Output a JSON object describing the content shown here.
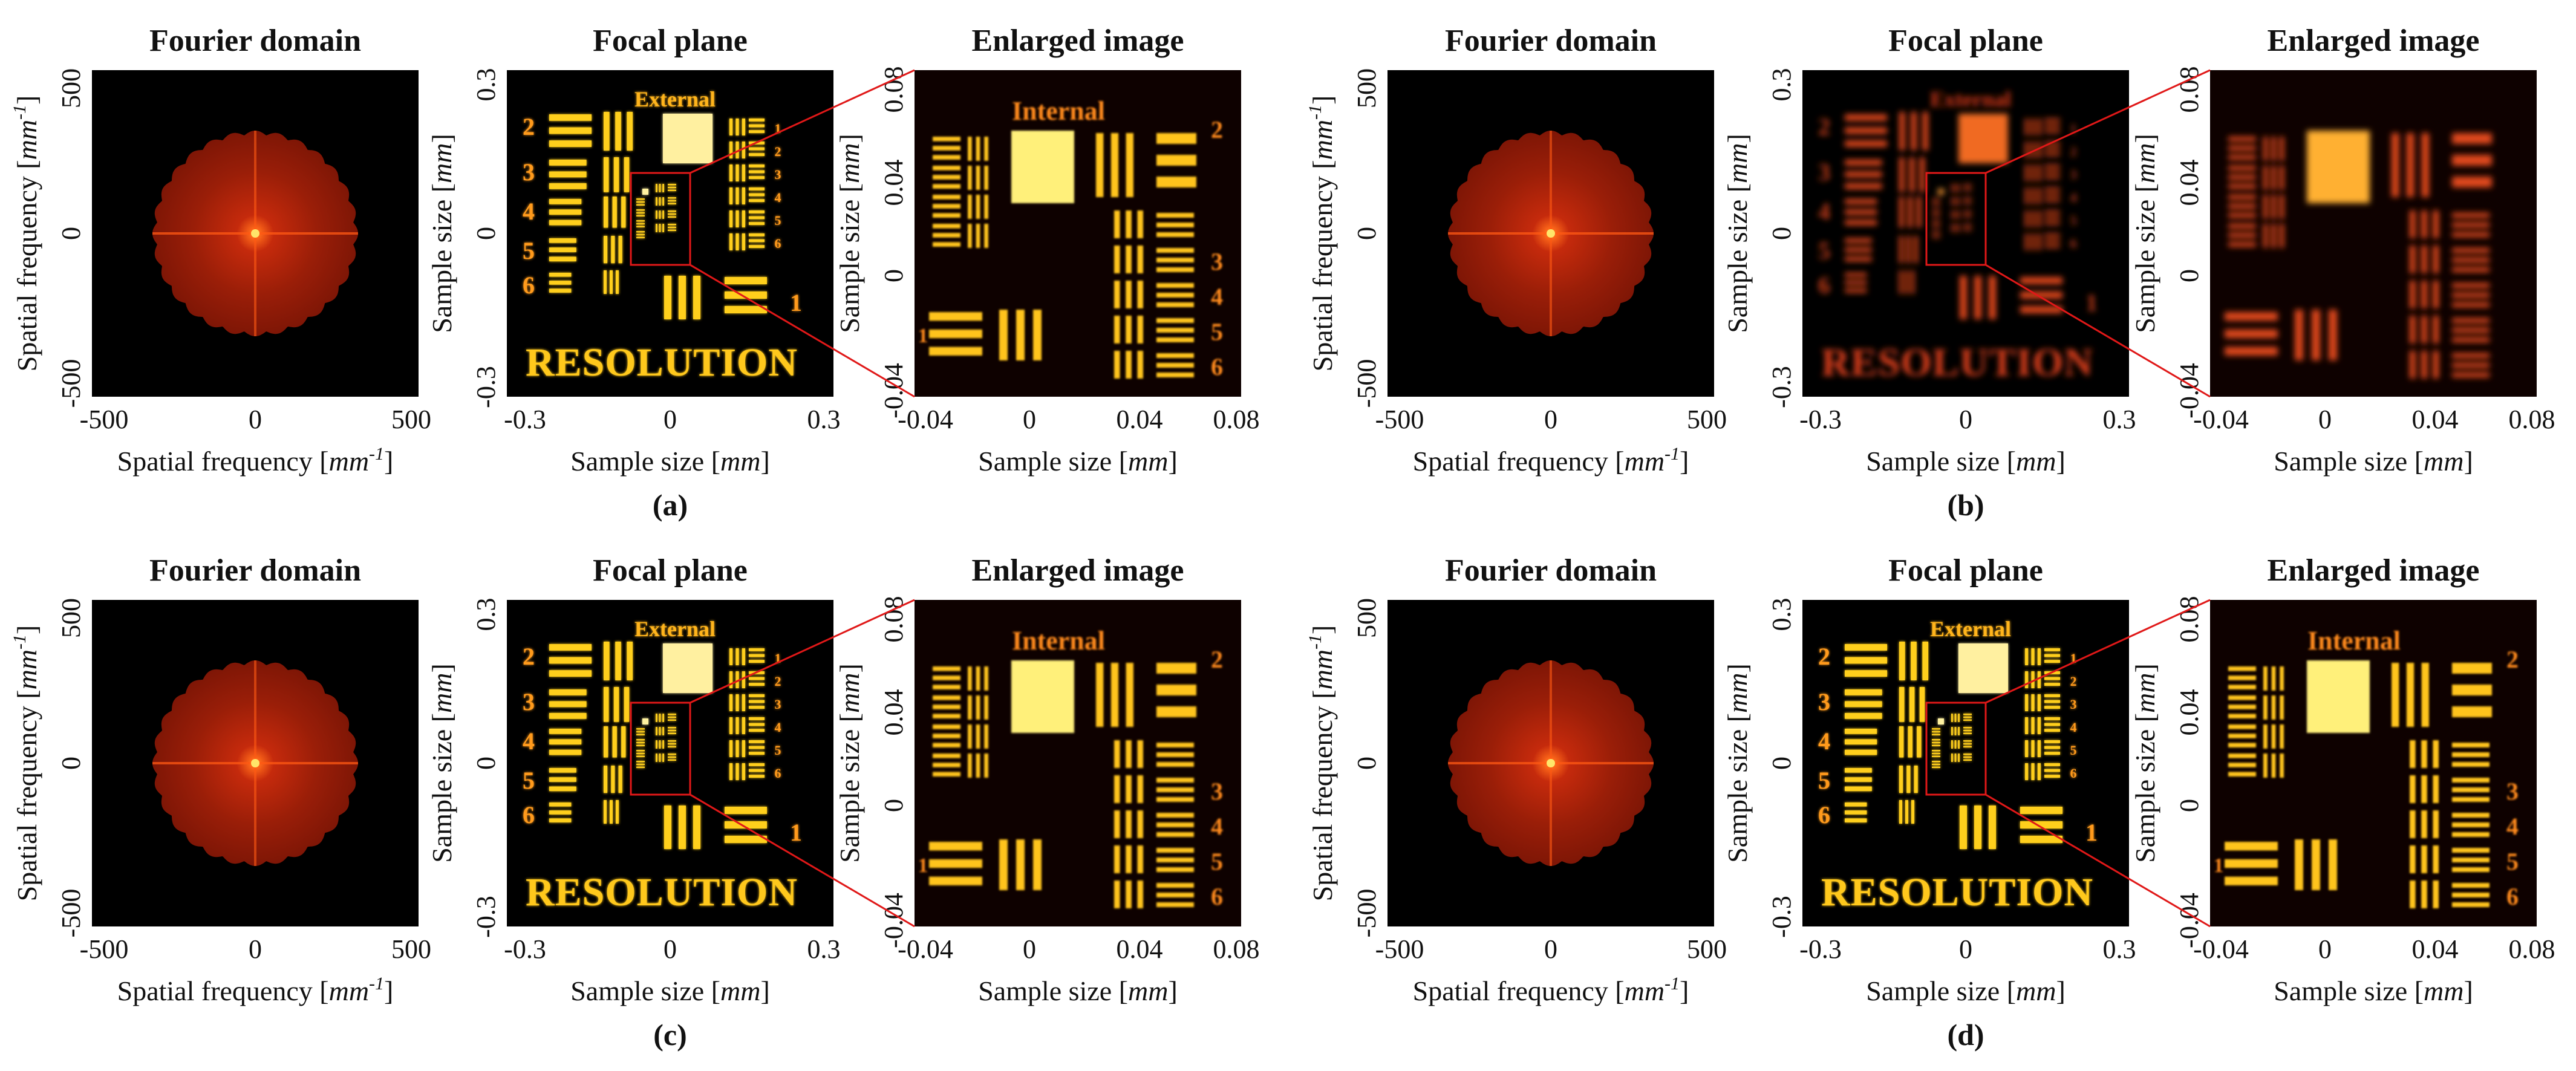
{
  "panel_titles": {
    "fourier": "Fourier domain",
    "focal": "Focal plane",
    "enlarged": "Enlarged image"
  },
  "axes": {
    "fourier": {
      "xlabel_main": "Spatial frequency [",
      "xlabel_unit": "mm",
      "xlabel_sup": "-1",
      "xlabel_end": "]",
      "ylabel_main": "Spatial frequency [",
      "ylabel_unit": "mm",
      "ylabel_sup": "-1",
      "ylabel_end": "]",
      "xticks": [
        "-500",
        "0",
        "500"
      ],
      "yticks": [
        "500",
        "0",
        "-500"
      ]
    },
    "focal": {
      "xlabel_main": "Sample size [",
      "xlabel_unit": "mm",
      "xlabel_end": "]",
      "ylabel_main": "Sample size [",
      "ylabel_unit": "mm",
      "ylabel_end": "]",
      "xticks": [
        "-0.3",
        "0",
        "0.3"
      ],
      "yticks": [
        "0.3",
        "0",
        "-0.3"
      ]
    },
    "enlarged": {
      "xlabel_main": "Sample size [",
      "xlabel_unit": "mm",
      "xlabel_end": "]",
      "ylabel_main": "Sample size [",
      "ylabel_unit": "mm",
      "ylabel_end": "]",
      "xticks": [
        "-0.04",
        "0",
        "0.04",
        "0.08"
      ],
      "yticks": [
        "0.08",
        "0.04",
        "0",
        "-0.04"
      ]
    }
  },
  "target_labels": {
    "external": "External",
    "internal": "Internal",
    "resolution": "RESOLUTION",
    "group_numbers_left": [
      "2",
      "3",
      "4",
      "5",
      "6"
    ],
    "group_number_right": "1",
    "small_numbers": [
      "1",
      "2",
      "3",
      "4",
      "5",
      "6"
    ],
    "enlarged_left": "1",
    "enlarged_right": [
      "2",
      "3",
      "4",
      "5",
      "6"
    ]
  },
  "subfigures": [
    {
      "caption": "(a)",
      "quality": "sharp"
    },
    {
      "caption": "(b)",
      "quality": "blurred"
    },
    {
      "caption": "(c)",
      "quality": "sharp"
    },
    {
      "caption": "(d)",
      "quality": "sharp"
    }
  ],
  "colors": {
    "background": "#000000",
    "hot_outer": "#8a1a08",
    "hot_inner": "#ffd21a",
    "highlight": "#fff2a0",
    "zoom_line": "#e01818",
    "text": "#111111"
  }
}
